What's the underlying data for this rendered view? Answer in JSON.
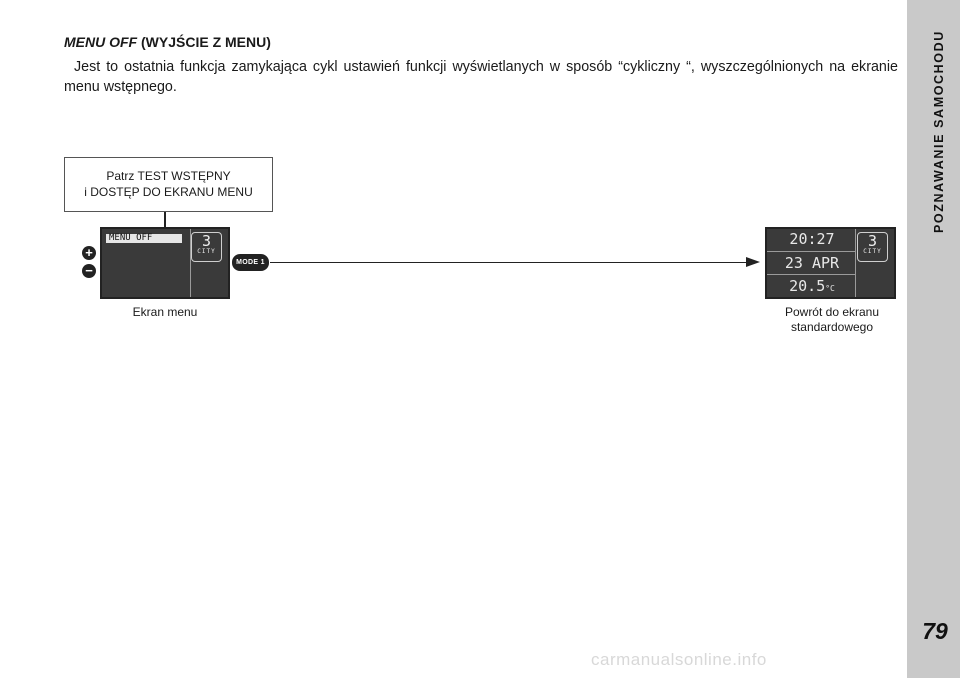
{
  "sidebar": {
    "section_title_line1": "POZNAWANIE",
    "section_title_line2": "SAMOCHODU",
    "page_number": "79"
  },
  "heading": {
    "main": "MENU OFF",
    "sub": "(WYJŚCIE Z MENU)"
  },
  "body": "Jest to ostatnia funkcja zamykająca cykl ustawień funkcji wyświetlanych w sposób “cykliczny “, wyszczególnionych na ekranie menu wstępnego.",
  "reference_box": {
    "line1": "Patrz TEST WSTĘPNY",
    "line2": "i DOSTĘP DO EKRANU MENU"
  },
  "menu_screen": {
    "label": "MENU OFF",
    "gear": "3",
    "mode": "CITY",
    "caption": "Ekran menu"
  },
  "buttons": {
    "plus": "+",
    "minus": "−",
    "mode": "MODE 1"
  },
  "standard_screen": {
    "time": "20:27",
    "date": "23 APR",
    "temp_value": "20.5",
    "temp_unit": "°C",
    "gear": "3",
    "mode": "CITY",
    "caption_line1": "Powrót do ekranu",
    "caption_line2": "standardowego"
  },
  "footer": "carmanualsonline.info",
  "colors": {
    "sidebar": "#c9c9c9",
    "lcd": "#3a3a3a"
  }
}
